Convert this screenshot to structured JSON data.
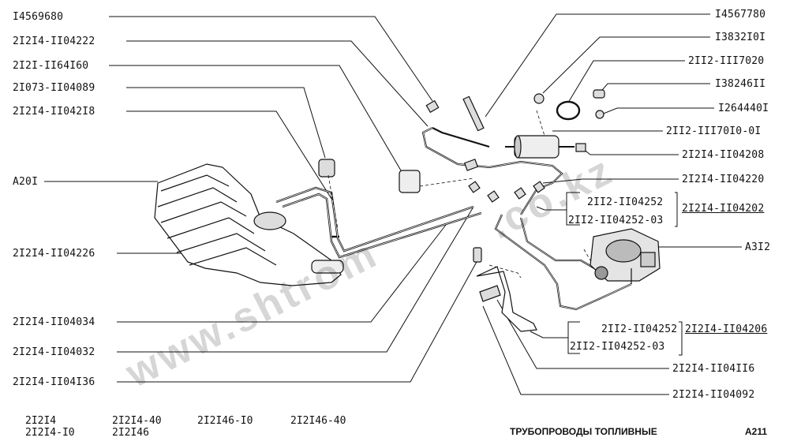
{
  "labels_left": [
    "I4569680",
    "2I2I4-II04222",
    "2I2I-II64I60",
    "2I073-II04089",
    "2I2I4-II042I8",
    "A20I",
    "2I2I4-II04226",
    "2I2I4-II04034",
    "2I2I4-II04032",
    "2I2I4-II04I36"
  ],
  "labels_right": [
    "I4567780",
    "I3832I0I",
    "2II2-III7020",
    "I38246II",
    "I264440I",
    "2II2-III70I0-0I",
    "2I2I4-II04208",
    "2I2I4-II04220",
    "2II2-II04252",
    "2II2-II04252-03",
    "2I2I4-II04202",
    "A3I2",
    "2II2-II04252",
    "2II2-II04252-03",
    "2I2I4-II04206",
    "2I2I4-II04II6",
    "2I2I4-II04092"
  ],
  "footer_models": [
    "2I2I4",
    "2I2I4-I0",
    "2I2I4-40",
    "2I2I46",
    "2I2I46-I0",
    "2I2I46-40"
  ],
  "title": "ТРУБОПРОВОДЫ ТОПЛИВНЫЕ",
  "page_code": "A211",
  "watermark_main": "www.shtrom",
  "watermark_suffix": ".co.kz"
}
